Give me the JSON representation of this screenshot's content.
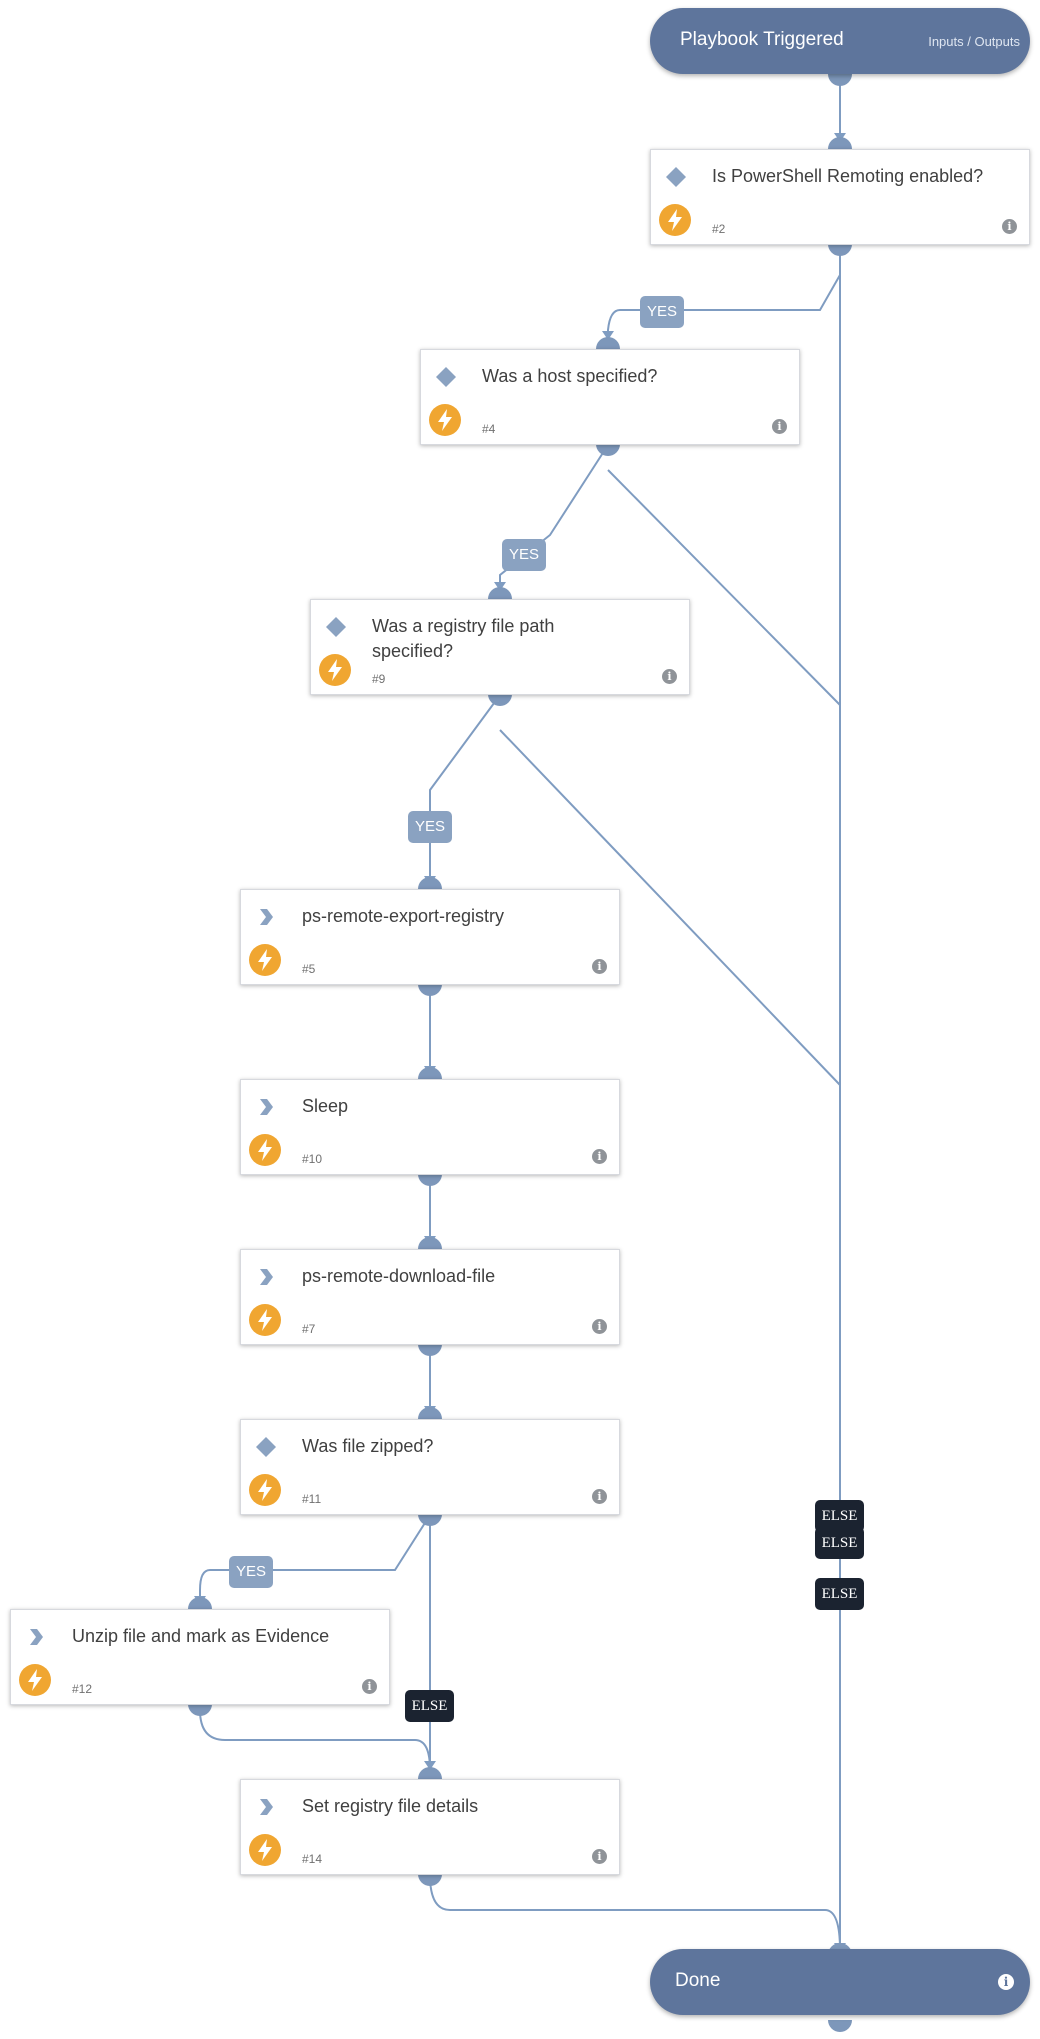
{
  "trigger": {
    "title": "Playbook Triggered",
    "link": "Inputs / Outputs"
  },
  "done": {
    "title": "Done"
  },
  "tasks": [
    {
      "title": "Is PowerShell Remoting enabled?",
      "id": "#2",
      "kind": "condition"
    },
    {
      "title": "Was a host specified?",
      "id": "#4",
      "kind": "condition"
    },
    {
      "title": "Was a registry file path specified?",
      "id": "#9",
      "kind": "condition"
    },
    {
      "title": "ps-remote-export-registry",
      "id": "#5",
      "kind": "command"
    },
    {
      "title": "Sleep",
      "id": "#10",
      "kind": "command"
    },
    {
      "title": "ps-remote-download-file",
      "id": "#7",
      "kind": "command"
    },
    {
      "title": "Was file zipped?",
      "id": "#11",
      "kind": "condition"
    },
    {
      "title": "Unzip file and mark as Evidence",
      "id": "#12",
      "kind": "command"
    },
    {
      "title": "Set registry file details",
      "id": "#14",
      "kind": "command"
    }
  ],
  "branch_labels": {
    "yes": "YES",
    "else": "ELSE"
  },
  "icons": {
    "condition": "diamond-icon",
    "command": "chevron-right-icon",
    "automation": "lightning-bolt-icon",
    "info": "info-icon"
  },
  "colors": {
    "terminal": "#5e759c",
    "wire": "#7f9cc1",
    "connector": "#7d97ba",
    "yes_badge": "#8aa2c1",
    "else_badge": "#1b2330",
    "bolt": "#f0a631"
  }
}
